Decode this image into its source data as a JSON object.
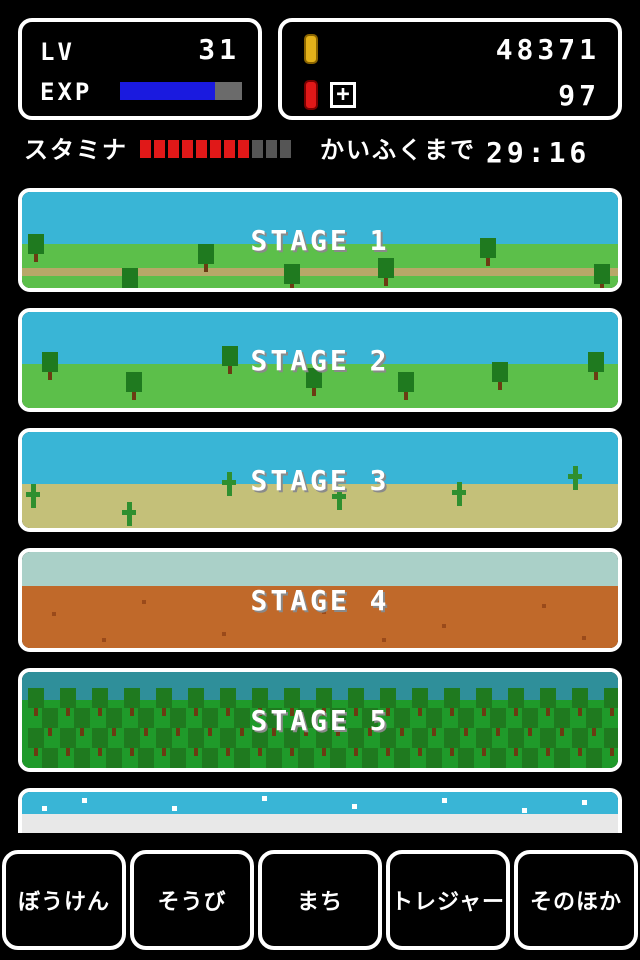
{
  "status": {
    "lv_label": "LV",
    "lv_value": "31",
    "exp_label": "EXP",
    "exp_fraction": 0.78,
    "gold_value": "48371",
    "gem_value": "97",
    "gem_add_label": "+"
  },
  "stamina": {
    "label": "スタミナ",
    "filled": 8,
    "total": 11,
    "recover_label": "かいふくまで",
    "recover_time": "29:16"
  },
  "stages": [
    {
      "label": "STAGE 1",
      "sky": "#39b5d6",
      "ground": "#5cbf4a",
      "terrain": "grass-path"
    },
    {
      "label": "STAGE 2",
      "sky": "#39b5d6",
      "ground": "#5cbf4a",
      "terrain": "grass"
    },
    {
      "label": "STAGE 3",
      "sky": "#39b5d6",
      "ground": "#c4c079",
      "terrain": "desert"
    },
    {
      "label": "STAGE 4",
      "sky": "#aad0c8",
      "ground": "#c0692a",
      "terrain": "dirt"
    },
    {
      "label": "STAGE 5",
      "sky": "#2f8f9a",
      "ground": "#1f9a2a",
      "terrain": "forest"
    },
    {
      "label": "",
      "sky": "#39b5d6",
      "ground": "#e8e8e8",
      "terrain": "snow"
    }
  ],
  "menu": [
    {
      "label": "ぼうけん"
    },
    {
      "label": "そうび"
    },
    {
      "label": "まち"
    },
    {
      "label": "トレジャー"
    },
    {
      "label": "そのほか"
    }
  ],
  "colors": {
    "exp_bar": "#1a1adf",
    "stamina_on": "#e01818",
    "stamina_off": "#555555",
    "gold": "#e3b11a",
    "gem": "#e01818"
  },
  "icons": [
    "gold-coin-icon",
    "red-gem-icon",
    "plus-icon"
  ]
}
